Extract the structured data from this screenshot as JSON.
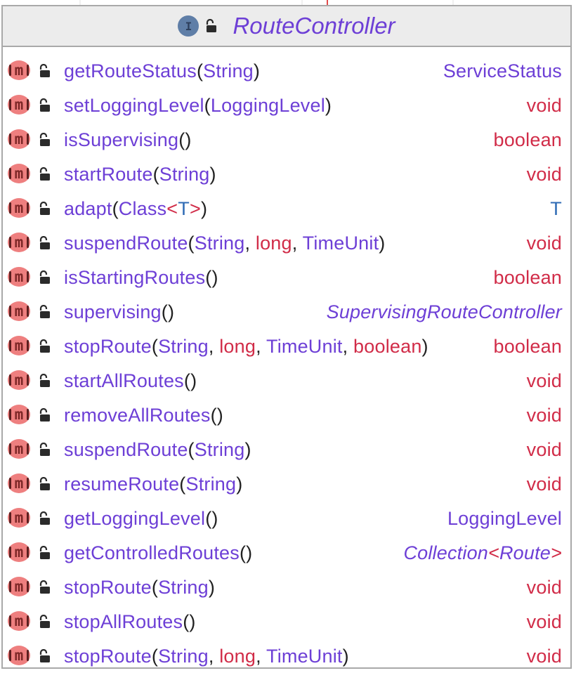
{
  "class": {
    "name": "RouteController",
    "icon": "interface-icon",
    "icon_letter": "I",
    "visibility_icon": "lock-open-icon"
  },
  "member_icon": {
    "name": "method-icon",
    "letter": "m"
  },
  "colors": {
    "method_name": "#6d3fd6",
    "type_ref": "#6d3fd6",
    "primitive": "#d12c48",
    "type_variable": "#2f6bb5",
    "punctuation": "#222222",
    "header_bg": "#ececec",
    "border": "#a9a9a9",
    "method_icon_bg": "#ee7f7f"
  },
  "methods": [
    {
      "name": "getRouteStatus",
      "params": [
        {
          "text": "String",
          "kind": "ref"
        }
      ],
      "return": {
        "text": "ServiceStatus",
        "kind": "ref"
      }
    },
    {
      "name": "setLoggingLevel",
      "params": [
        {
          "text": "LoggingLevel",
          "kind": "ref"
        }
      ],
      "return": {
        "text": "void",
        "kind": "prim"
      }
    },
    {
      "name": "isSupervising",
      "params": [],
      "return": {
        "text": "boolean",
        "kind": "prim"
      }
    },
    {
      "name": "startRoute",
      "params": [
        {
          "text": "String",
          "kind": "ref"
        }
      ],
      "return": {
        "text": "void",
        "kind": "prim"
      }
    },
    {
      "name": "adapt",
      "params": [
        {
          "text": "Class",
          "kind": "ref",
          "generic": "T"
        }
      ],
      "return": {
        "text": "T",
        "kind": "tv"
      }
    },
    {
      "name": "suspendRoute",
      "params": [
        {
          "text": "String",
          "kind": "ref"
        },
        {
          "text": "long",
          "kind": "prim"
        },
        {
          "text": "TimeUnit",
          "kind": "ref"
        }
      ],
      "return": {
        "text": "void",
        "kind": "prim"
      }
    },
    {
      "name": "isStartingRoutes",
      "params": [],
      "return": {
        "text": "boolean",
        "kind": "prim"
      }
    },
    {
      "name": "supervising",
      "params": [],
      "return": {
        "text": "SupervisingRouteController",
        "kind": "ref",
        "italic": true
      }
    },
    {
      "name": "stopRoute",
      "params": [
        {
          "text": "String",
          "kind": "ref"
        },
        {
          "text": "long",
          "kind": "prim"
        },
        {
          "text": "TimeUnit",
          "kind": "ref"
        },
        {
          "text": "boolean",
          "kind": "prim"
        }
      ],
      "return": {
        "text": "boolean",
        "kind": "prim"
      }
    },
    {
      "name": "startAllRoutes",
      "params": [],
      "return": {
        "text": "void",
        "kind": "prim"
      }
    },
    {
      "name": "removeAllRoutes",
      "params": [],
      "return": {
        "text": "void",
        "kind": "prim"
      }
    },
    {
      "name": "suspendRoute",
      "params": [
        {
          "text": "String",
          "kind": "ref"
        }
      ],
      "return": {
        "text": "void",
        "kind": "prim"
      }
    },
    {
      "name": "resumeRoute",
      "params": [
        {
          "text": "String",
          "kind": "ref"
        }
      ],
      "return": {
        "text": "void",
        "kind": "prim"
      }
    },
    {
      "name": "getLoggingLevel",
      "params": [],
      "return": {
        "text": "LoggingLevel",
        "kind": "ref"
      }
    },
    {
      "name": "getControlledRoutes",
      "params": [],
      "return": {
        "text": "Collection",
        "kind": "ref",
        "italic": true,
        "generic": "Route"
      }
    },
    {
      "name": "stopRoute",
      "params": [
        {
          "text": "String",
          "kind": "ref"
        }
      ],
      "return": {
        "text": "void",
        "kind": "prim"
      }
    },
    {
      "name": "stopAllRoutes",
      "params": [],
      "return": {
        "text": "void",
        "kind": "prim"
      }
    },
    {
      "name": "stopRoute",
      "params": [
        {
          "text": "String",
          "kind": "ref"
        },
        {
          "text": "long",
          "kind": "prim"
        },
        {
          "text": "TimeUnit",
          "kind": "ref"
        }
      ],
      "return": {
        "text": "void",
        "kind": "prim"
      }
    }
  ]
}
